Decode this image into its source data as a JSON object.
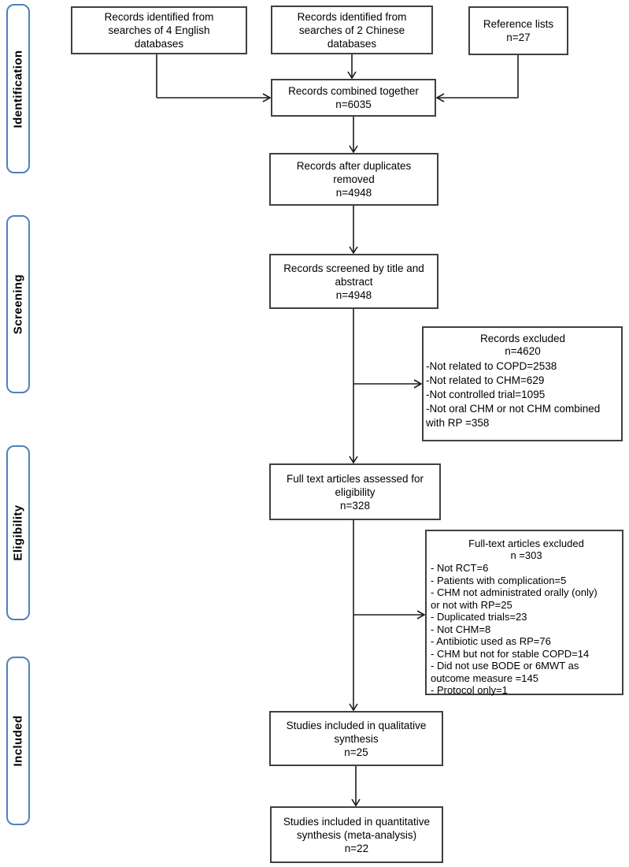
{
  "diagram": {
    "stages": [
      {
        "label": "Identification"
      },
      {
        "label": "Screening"
      },
      {
        "label": "Eligibility"
      },
      {
        "label": "Included"
      }
    ],
    "nodes": {
      "english": {
        "text": "Records identified from\nsearches of 4 English\ndatabases"
      },
      "chinese": {
        "text": "Records identified from\nsearches of 2 Chinese\ndatabases"
      },
      "reference": {
        "text": "Reference lists\nn=27"
      },
      "combined": {
        "text": "Records combined together\nn=6035"
      },
      "duplicates": {
        "text": "Records after duplicates\nremoved\nn=4948"
      },
      "screened": {
        "text": "Records screened by title and\nabstract\nn=4948"
      },
      "records_excluded": {
        "title": "Records excluded",
        "count": "n=4620",
        "reasons": [
          "-Not related to COPD=2538",
          "-Not related to CHM=629",
          "-Not controlled trial=1095",
          "-Not oral CHM or not CHM combined\nwith RP =358"
        ]
      },
      "fulltext": {
        "text": "Full text articles assessed for\neligibility\nn=328"
      },
      "fulltext_excluded": {
        "title": "Full-text articles excluded",
        "count": "n =303",
        "reasons": [
          "- Not RCT=6",
          "- Patients with complication=5",
          "- CHM not administrated orally (only)\nor not with RP=25",
          "- Duplicated trials=23",
          "- Not CHM=8",
          "- Antibiotic used as RP=76",
          "- CHM but not for stable COPD=14",
          "- Did not use BODE or 6MWT as\noutcome measure =145",
          "- Protocol only=1"
        ]
      },
      "qualitative": {
        "text": "Studies included in qualitative\nsynthesis\nn=25"
      },
      "quantitative": {
        "text": "Studies included in quantitative\nsynthesis (meta-analysis)\nn=22"
      }
    },
    "colors": {
      "stage_border": "#4f81bd",
      "box_border": "#404040",
      "arrow": "#1c1c1c"
    }
  }
}
